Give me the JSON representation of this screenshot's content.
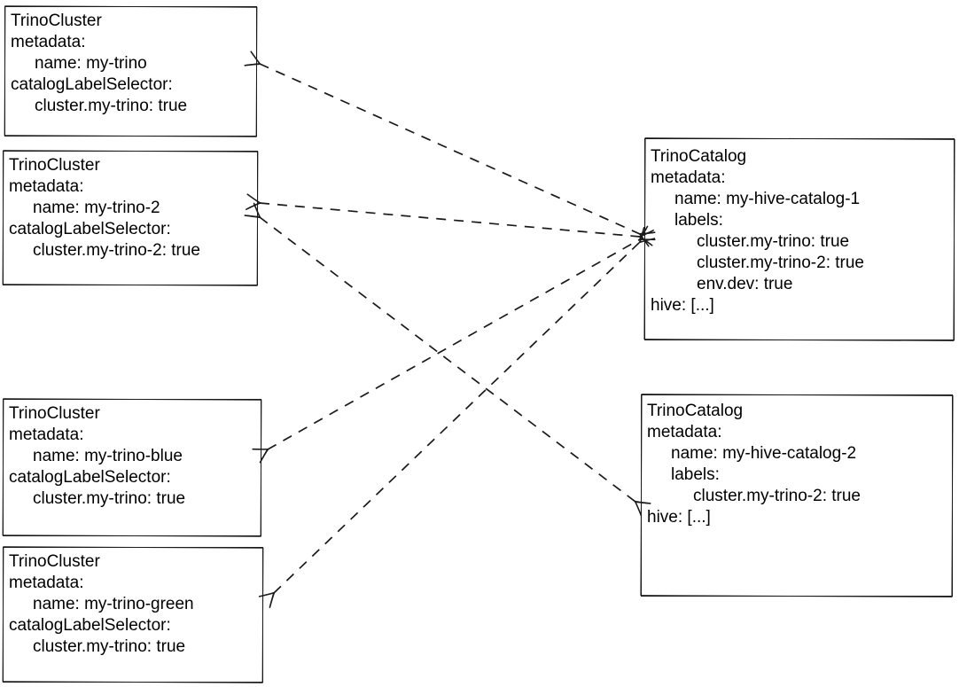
{
  "diagram": {
    "background_color": "#ffffff",
    "stroke_color": "#1a1a1a",
    "edge_style": "dashed, open-V arrowheads on both ends",
    "nodes": {
      "cluster1": {
        "id": "trino-cluster-my-trino",
        "lines": {
          "l0": "TrinoCluster",
          "l1": "metadata:",
          "l2": "name: my-trino",
          "l3": "catalogLabelSelector:",
          "l4": "cluster.my-trino: true"
        }
      },
      "cluster2": {
        "id": "trino-cluster-my-trino-2",
        "lines": {
          "l0": "TrinoCluster",
          "l1": "metadata:",
          "l2": "name: my-trino-2",
          "l3": "catalogLabelSelector:",
          "l4": "cluster.my-trino-2: true"
        }
      },
      "cluster3": {
        "id": "trino-cluster-my-trino-blue",
        "lines": {
          "l0": "TrinoCluster",
          "l1": "metadata:",
          "l2": "name: my-trino-blue",
          "l3": "catalogLabelSelector:",
          "l4": "cluster.my-trino: true"
        }
      },
      "cluster4": {
        "id": "trino-cluster-my-trino-green",
        "lines": {
          "l0": "TrinoCluster",
          "l1": "metadata:",
          "l2": "name: my-trino-green",
          "l3": "catalogLabelSelector:",
          "l4": "cluster.my-trino: true"
        }
      },
      "catalog1": {
        "id": "trino-catalog-my-hive-catalog-1",
        "lines": {
          "l0": "TrinoCatalog",
          "l1": "metadata:",
          "l2": "name: my-hive-catalog-1",
          "l3": "labels:",
          "l4": "cluster.my-trino: true",
          "l5": "cluster.my-trino-2: true",
          "l6": "env.dev: true",
          "l7": "hive: [...]"
        }
      },
      "catalog2": {
        "id": "trino-catalog-my-hive-catalog-2",
        "lines": {
          "l0": "TrinoCatalog",
          "l1": "metadata:",
          "l2": "name: my-hive-catalog-2",
          "l3": "labels:",
          "l4": "cluster.my-trino-2: true",
          "l5": "hive: [...]"
        }
      }
    },
    "connections": [
      {
        "from": "trino-catalog-my-hive-catalog-1",
        "to": "trino-cluster-my-trino",
        "arrows": "both",
        "style": "dashed"
      },
      {
        "from": "trino-catalog-my-hive-catalog-1",
        "to": "trino-cluster-my-trino-2",
        "arrows": "both",
        "style": "dashed"
      },
      {
        "from": "trino-catalog-my-hive-catalog-1",
        "to": "trino-cluster-my-trino-blue",
        "arrows": "both",
        "style": "dashed"
      },
      {
        "from": "trino-catalog-my-hive-catalog-1",
        "to": "trino-cluster-my-trino-green",
        "arrows": "both",
        "style": "dashed"
      },
      {
        "from": "trino-catalog-my-hive-catalog-2",
        "to": "trino-cluster-my-trino-2",
        "arrows": "both",
        "style": "dashed"
      }
    ]
  }
}
